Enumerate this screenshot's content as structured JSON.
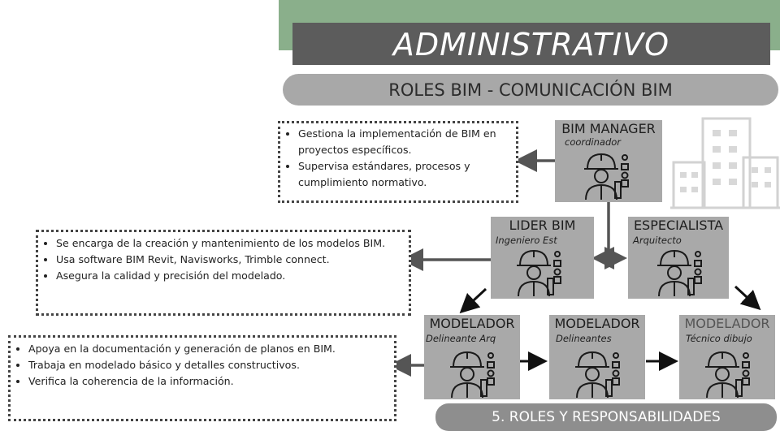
{
  "header": {
    "title": "ADMINISTRATIVO",
    "subtitle": "ROLES BIM - COMUNICACIÓN BIM"
  },
  "footer": {
    "label": "5. ROLES Y RESPONSABILIDADES"
  },
  "roles": {
    "bim_manager": {
      "title": "BIM MANAGER",
      "subtitle": "coordinador"
    },
    "lider_bim": {
      "title": "LIDER BIM",
      "subtitle": "Ingeniero Est"
    },
    "especialista": {
      "title": "ESPECIALISTA",
      "subtitle": "Arquitecto"
    },
    "modelador_1": {
      "title": "MODELADOR",
      "subtitle": "Delineante Arq"
    },
    "modelador_2": {
      "title": "MODELADOR",
      "subtitle": "Delineantes"
    },
    "modelador_3": {
      "title": "MODELADOR",
      "subtitle": "Técnico dibujo"
    }
  },
  "notes": {
    "bim_manager": [
      "Gestiona la implementación de BIM en proyectos específicos.",
      "Supervisa estándares, procesos y cumplimiento normativo."
    ],
    "lider_bim": [
      "Se encarga de la creación y mantenimiento de los modelos BIM.",
      "Usa software BIM Revit, Navisworks, Trimble connect.",
      "Asegura la calidad y precisión del modelado."
    ],
    "modelador": [
      "Apoya en la documentación y generación de planos en BIM.",
      "Trabaja en modelado básico y detalles constructivos.",
      "Verifica la coherencia de la información."
    ]
  },
  "icons": {
    "worker": "engineer-with-hardhat-icon",
    "building": "building-icon"
  },
  "colors": {
    "green_band": "#8aaf8b",
    "title_band": "#5c5c5c",
    "subtitle_band": "#a8a8a8",
    "role_box": "#a9a9a9",
    "footer_band": "#8e8e8e",
    "arrow": "#555555"
  }
}
